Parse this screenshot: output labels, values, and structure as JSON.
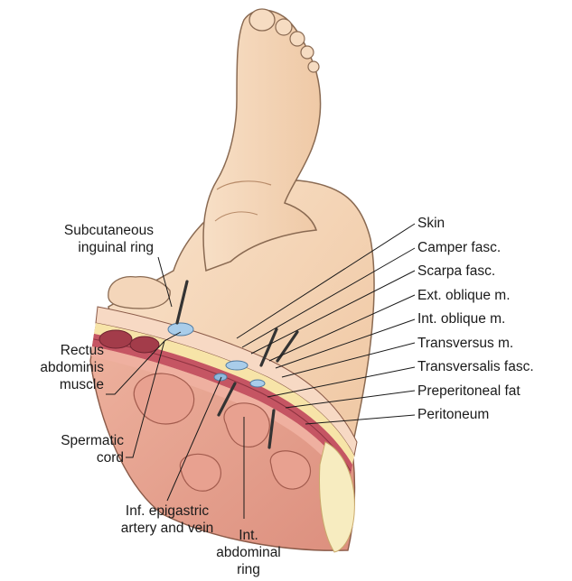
{
  "labels": {
    "right": [
      "Skin",
      "Camper fasc.",
      "Scarpa fasc.",
      "Ext. oblique m.",
      "Int. oblique m.",
      "Transversus m.",
      "Transversalis fasc.",
      "Preperitoneal fat",
      "Peritoneum"
    ],
    "subcutaneous_ring": [
      "Subcutaneous",
      "inguinal ring"
    ],
    "rectus": [
      "Rectus",
      "abdominis",
      "muscle"
    ],
    "spermatic_cord": [
      "Spermatic",
      "cord"
    ],
    "epigastric": [
      "Inf. epigastric",
      "artery and vein"
    ],
    "int_ring": [
      "Int.",
      "abdominal",
      "ring"
    ]
  },
  "colors": {
    "skin": "#f6dcc0",
    "skin_shadow": "#e9c19d",
    "outline": "#7a5a44",
    "muscle": "#c0505a",
    "muscle_dark": "#8e3340",
    "fascia": "#f2b7aa",
    "fat": "#f7e7b0",
    "vessel": "#9fc6e8",
    "viscera": "#e7a08e",
    "leader": "#1a1a1a"
  }
}
